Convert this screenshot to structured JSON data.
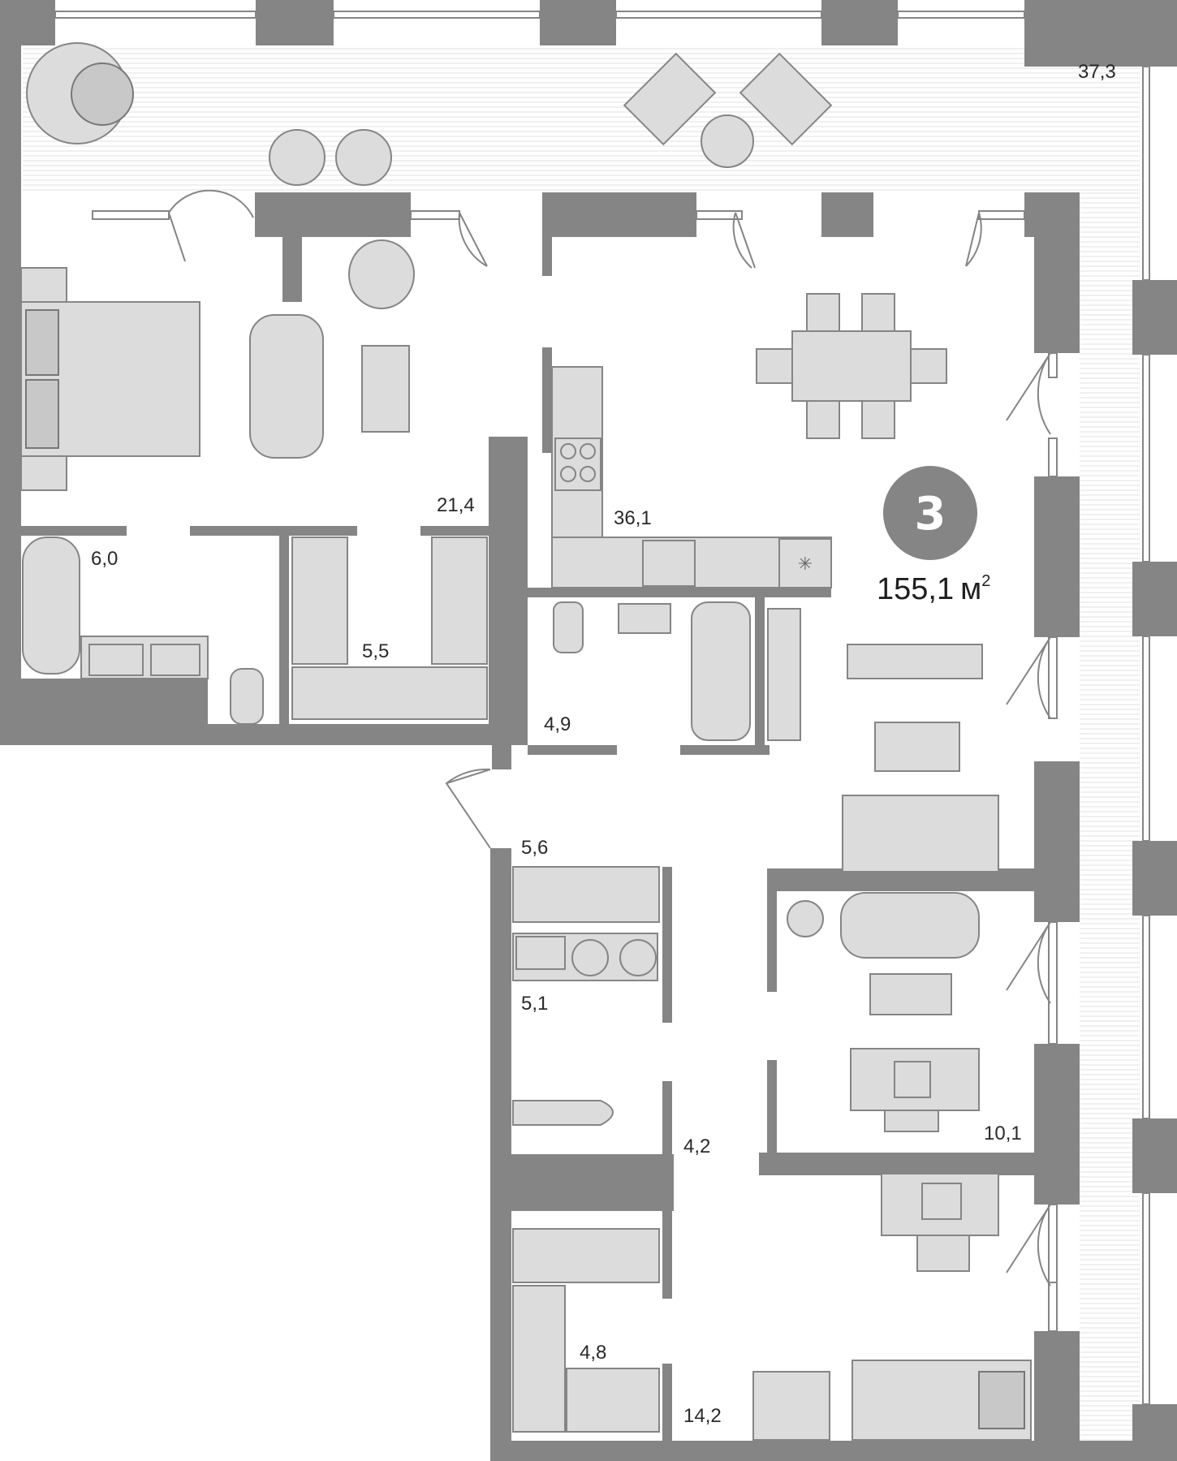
{
  "plan": {
    "rooms_count": "3",
    "total_area": "155,1",
    "total_area_unit": "м",
    "total_area_unit_power": "2",
    "rooms": [
      {
        "id": "terrace",
        "area": "37,3"
      },
      {
        "id": "bedroom",
        "area": "21,4"
      },
      {
        "id": "bathroom-1",
        "area": "6,0"
      },
      {
        "id": "wardrobe-1",
        "area": "5,5"
      },
      {
        "id": "kitchen-living",
        "area": "36,1"
      },
      {
        "id": "bathroom-2",
        "area": "4,9"
      },
      {
        "id": "wardrobe-2",
        "area": "5,6"
      },
      {
        "id": "laundry",
        "area": "5,1"
      },
      {
        "id": "hall",
        "area": "4,2"
      },
      {
        "id": "study",
        "area": "10,1"
      },
      {
        "id": "wardrobe-3",
        "area": "4,8"
      },
      {
        "id": "bedroom-2",
        "area": "14,2"
      }
    ]
  },
  "colors": {
    "wall": "#858585",
    "furniture": "#dcdcdc",
    "badge": "#858585",
    "background": "#ffffff"
  }
}
